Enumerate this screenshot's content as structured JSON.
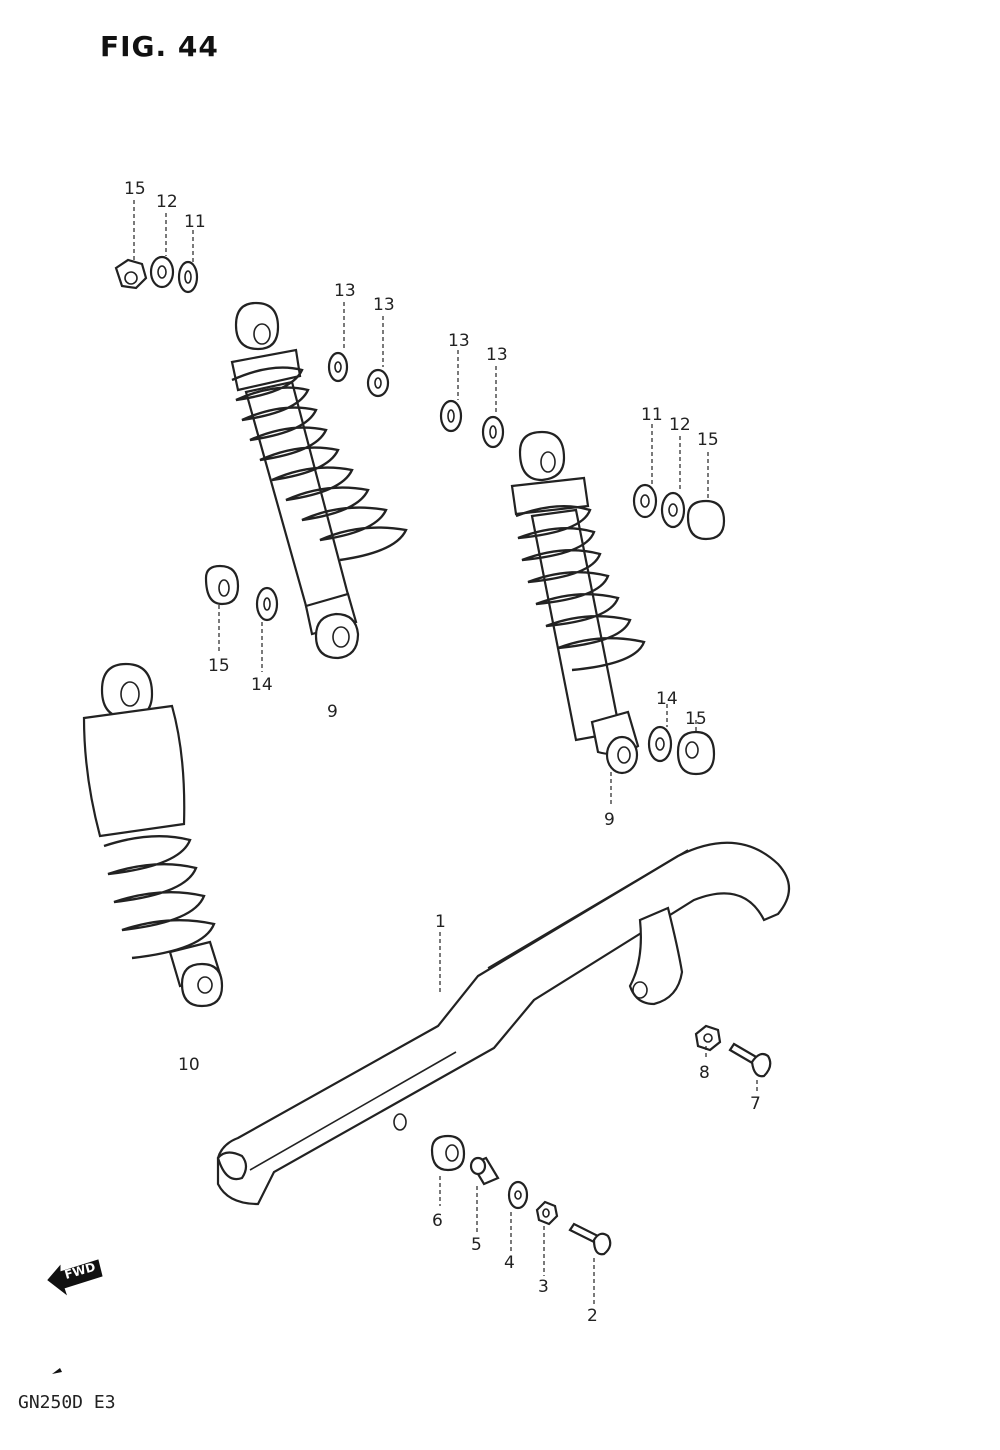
{
  "figure": {
    "title": "FIG. 44",
    "model_code": "GN250D E3",
    "fwd_label": "FWD"
  },
  "callouts": {
    "c1": "1",
    "c2": "2",
    "c3": "3",
    "c4": "4",
    "c5": "5",
    "c6": "6",
    "c7": "7",
    "c8": "8",
    "c9a": "9",
    "c9b": "9",
    "c10": "10",
    "c11a": "11",
    "c11b": "11",
    "c12a": "12",
    "c12b": "12",
    "c13a": "13",
    "c13b": "13",
    "c13c": "13",
    "c13d": "13",
    "c14a": "14",
    "c14b": "14",
    "c15a": "15",
    "c15b": "15",
    "c15c": "15",
    "c15d": "15"
  }
}
